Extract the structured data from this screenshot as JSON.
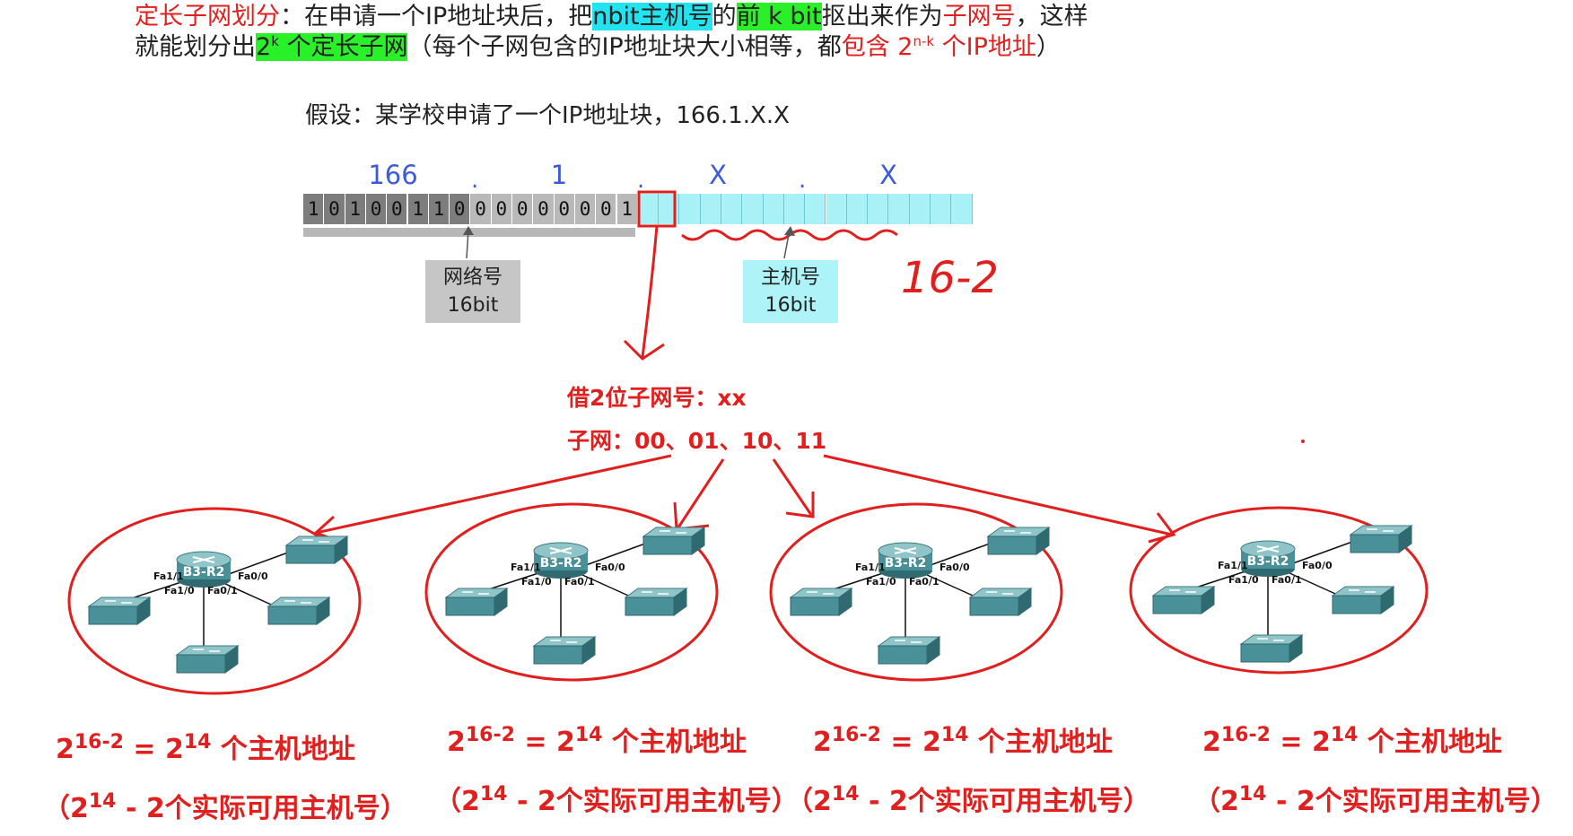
{
  "intro": {
    "l1_red": "定长子网划分",
    "l1_a": "：在申请一个IP地址块后，把",
    "l1_cyan1": "nbit主机号",
    "l1_b": "的",
    "l1_green": "前 k bit",
    "l1_c": "抠出来作为",
    "l1_red2": "子网号",
    "l1_d": "，这样",
    "l2_a": "就能划分出",
    "l2_green_base": "2",
    "l2_green_sup": "k",
    "l2_green_rest": " 个定长子网",
    "l2_b": "（每个子网包含的IP地址块大小相等，都",
    "l2_red_a": "包含 2",
    "l2_red_sup": "n-k",
    "l2_red_b": " 个IP地址",
    "l2_c": "）"
  },
  "assumption": "假设：某学校申请了一个IP地址块，166.1.X.X",
  "octets": [
    "166",
    "1",
    "X",
    "X"
  ],
  "dot": ".",
  "network_bits": [
    "1",
    "0",
    "1",
    "0",
    "0",
    "1",
    "1",
    "0",
    "0",
    "0",
    "0",
    "0",
    "0",
    "0",
    "0",
    "1"
  ],
  "network_label": {
    "line1": "网络号",
    "line2": "16bit"
  },
  "host_label": {
    "line1": "主机号",
    "line2": "16bit"
  },
  "handwritten_note": "16-2",
  "borrow_text": "借2位子网号：xx",
  "subnets_text": "子网：00、01、10、11",
  "router": {
    "name": "B3-R2",
    "ports": [
      "Fa1/1",
      "Fa0/0",
      "Fa1/0",
      "Fa0/1"
    ]
  },
  "formula": {
    "base": "2",
    "exp": "16-2",
    "eq": "= 2",
    "exp2": "14",
    "tail": " 个主机地址",
    "f2_open": "（2",
    "f2_exp": "14",
    "f2_tail": " - 2个实际可用主机号）"
  },
  "colors": {
    "red": "#e0201e",
    "cyan": "#22e3f0",
    "green": "#2af02a",
    "blue": "#3b5bdb",
    "teal": "#4a9098"
  }
}
